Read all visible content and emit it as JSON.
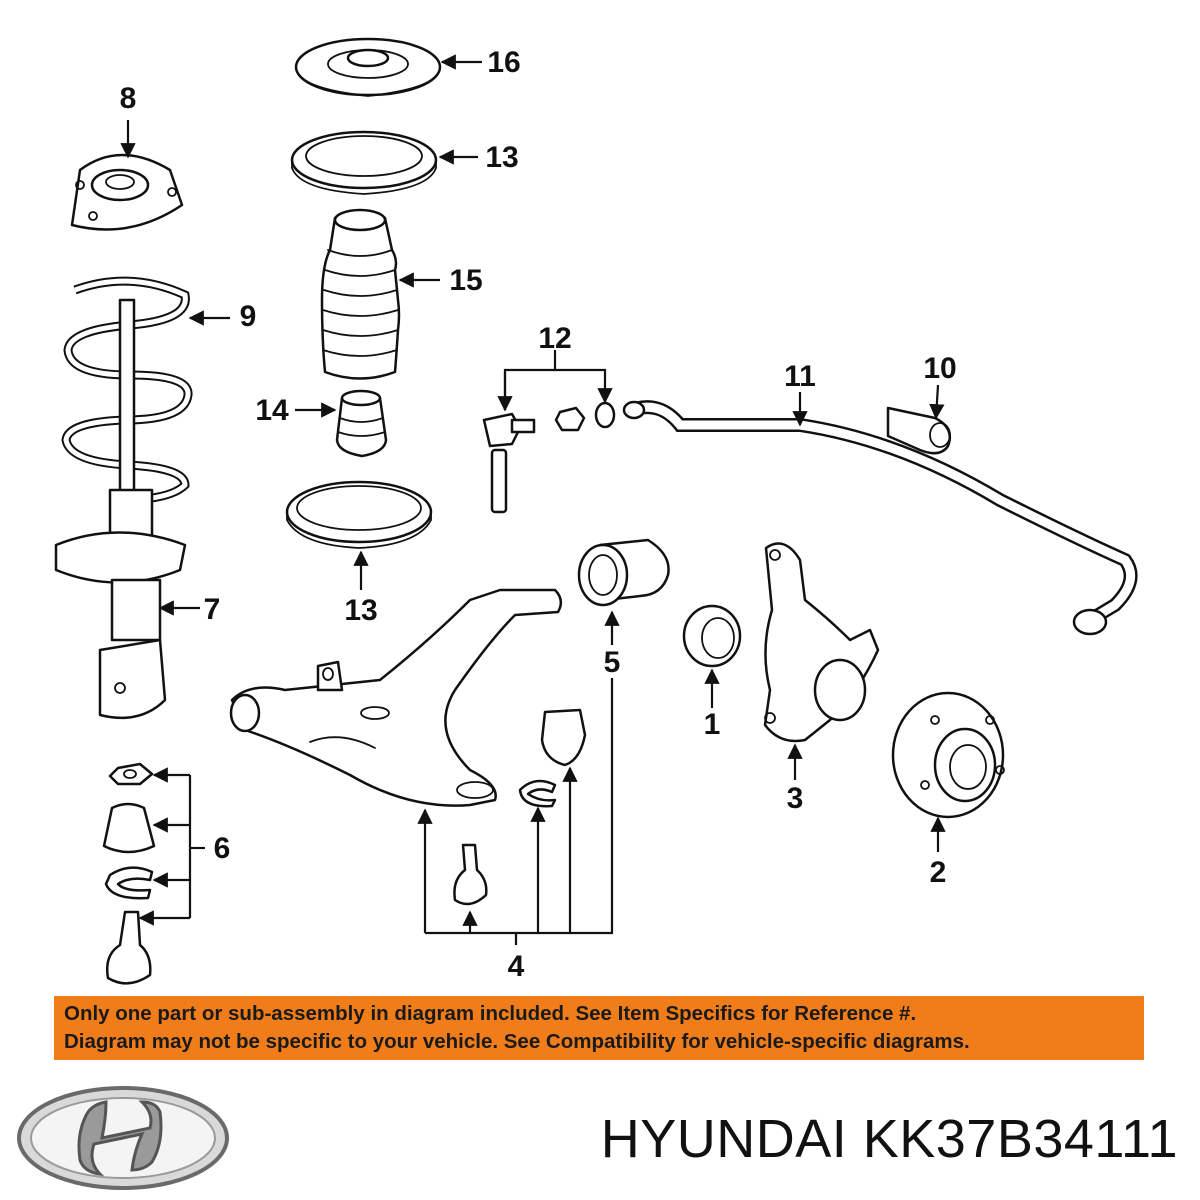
{
  "diagram": {
    "callouts": [
      "1",
      "2",
      "3",
      "4",
      "5",
      "6",
      "7",
      "8",
      "9",
      "10",
      "11",
      "12",
      "13",
      "13",
      "14",
      "15",
      "16"
    ]
  },
  "notice": {
    "line1": "Only one part or sub-assembly in diagram included. See Item Specifics for Reference #.",
    "line2": "Diagram may not be specific to your vehicle. See Compatibility for vehicle-specific diagrams."
  },
  "brand": {
    "logo_icon": "hyundai-logo-icon",
    "caption": "HYUNDAI KK37B34111"
  },
  "colors": {
    "notice_background": "#f07d1a",
    "line_art": "#111111"
  }
}
